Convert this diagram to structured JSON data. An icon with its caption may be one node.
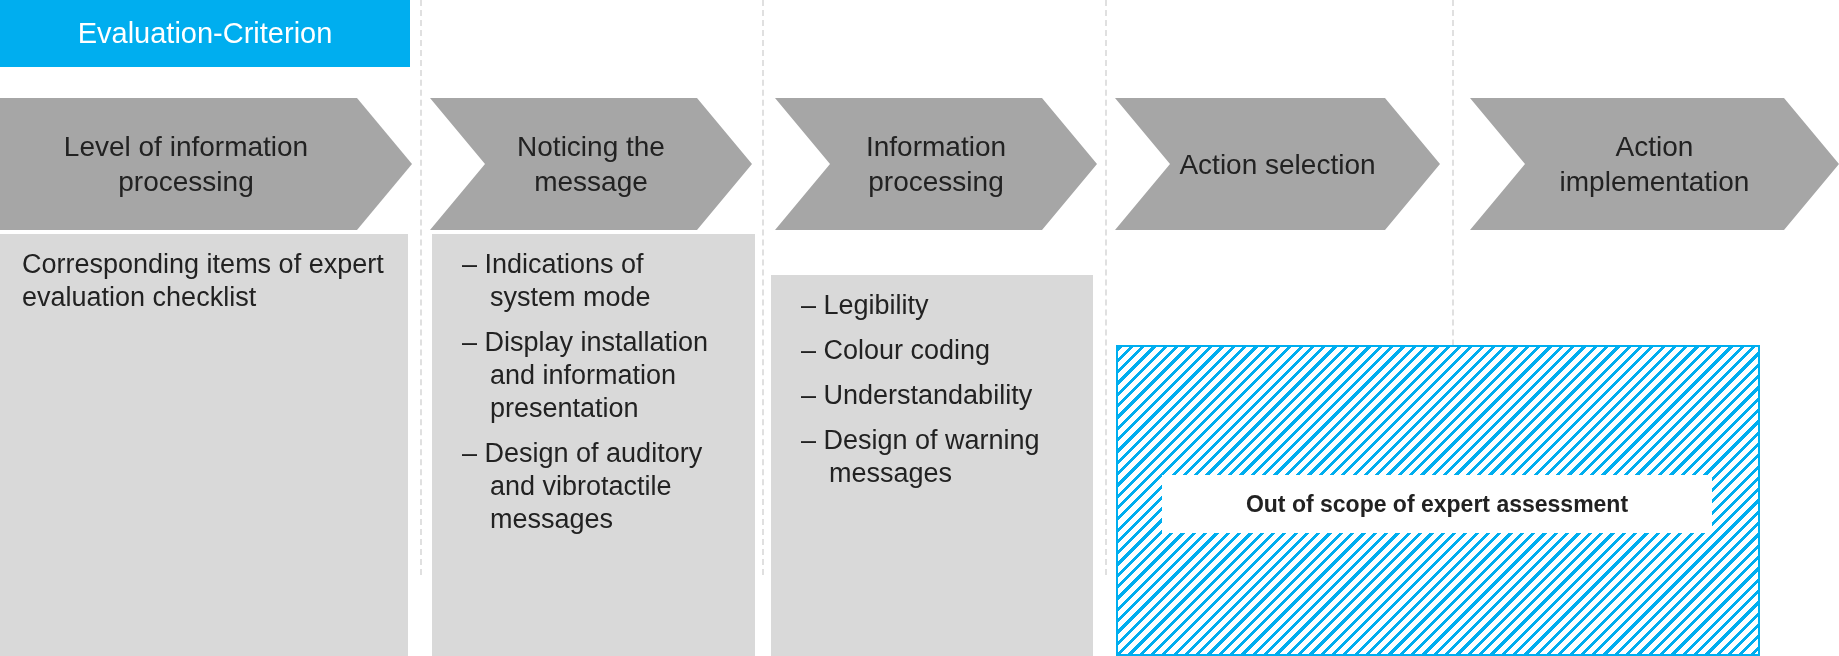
{
  "diagram": {
    "nodes": [
      {
        "text": [
          "Evaluation-Criterion"
        ]
      },
      {
        "text": [
          "Level of information processing"
        ]
      },
      {
        "text": [
          "Noticing the message"
        ]
      },
      {
        "text": [
          "Information processing"
        ]
      },
      {
        "text": [
          "Action selection"
        ]
      },
      {
        "text": [
          "Action implementation"
        ]
      },
      {
        "text": [
          "Corresponding items of expert evaluation checklist"
        ]
      },
      {
        "text": [
          "– Indications of system mode",
          "– Display installation and information presentation",
          "– Design of auditory and vibrotactile messages"
        ]
      },
      {
        "text": [
          "– Legibility",
          "– Colour coding",
          "– Understandability",
          "– Design of warning messages"
        ]
      },
      {
        "text": [],
        "shape": "box"
      },
      {
        "text": [
          "Out of scope of expert assessment"
        ],
        "in": 9
      }
    ],
    "edges": []
  }
}
